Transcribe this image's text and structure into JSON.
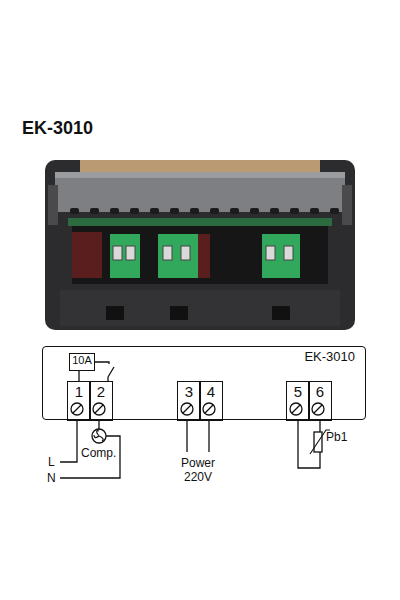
{
  "diagram": {
    "title": "EK-3010",
    "nodes": [
      {
        "text": [
          "EK-3010"
        ]
      },
      {
        "text": [
          "1"
        ],
        "in": 0
      },
      {
        "text": [
          "2"
        ],
        "in": 0
      },
      {
        "text": [
          "3"
        ],
        "in": 0
      },
      {
        "text": [
          "4"
        ],
        "in": 0
      },
      {
        "text": [
          "5"
        ],
        "in": 0
      },
      {
        "text": [
          "6"
        ],
        "in": 0
      },
      {
        "text": [
          "10A"
        ],
        "in": 0
      }
    ],
    "edges": [
      {
        "from": 1,
        "to": 7,
        "arrow": "none"
      },
      {
        "from": 7,
        "to": 2,
        "arrow": "none"
      },
      {
        "from": 5,
        "to": 6,
        "arrow": "none"
      }
    ],
    "labels": [
      "L",
      "N",
      "Comp.",
      "Power 220V",
      "Pb1"
    ]
  }
}
